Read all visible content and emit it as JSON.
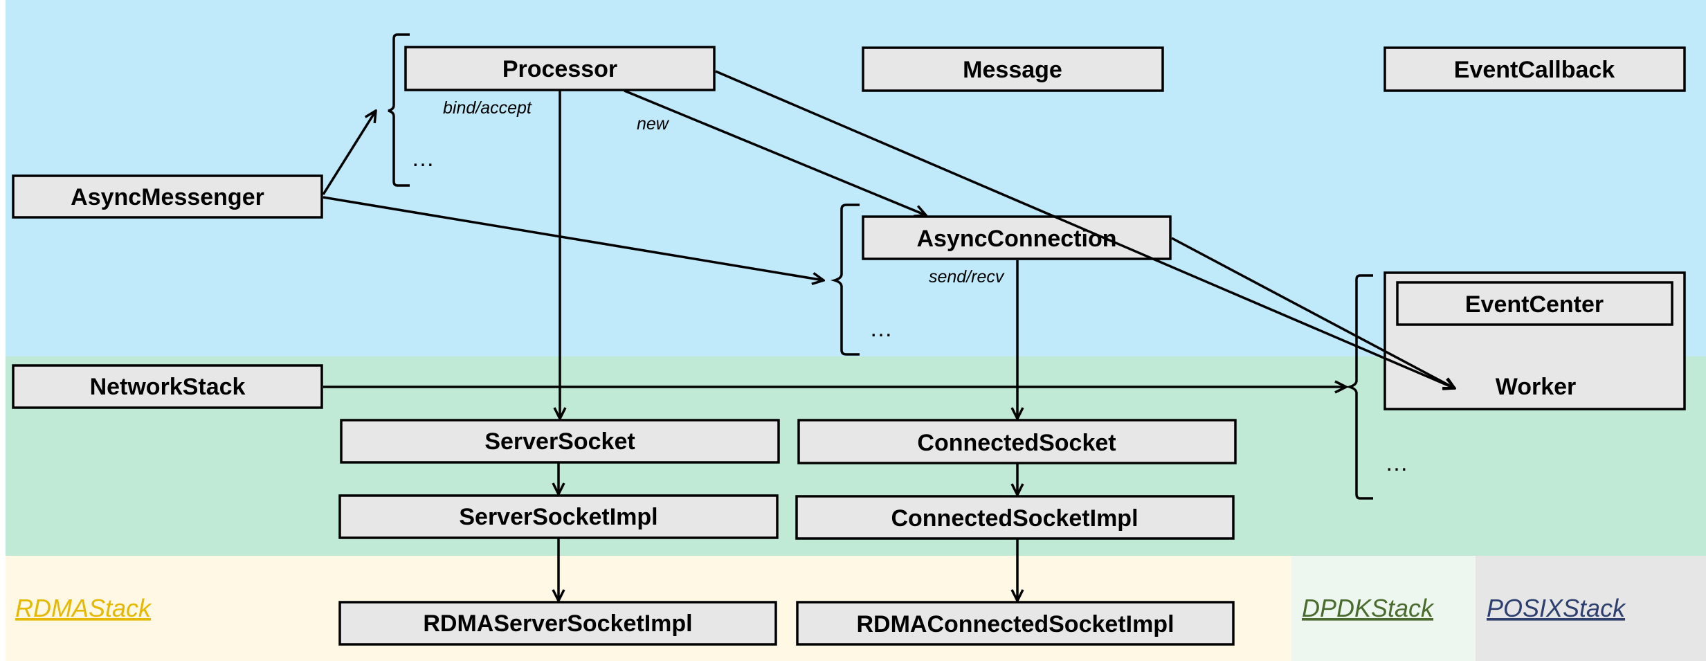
{
  "colors": {
    "messenger_layer": "#c0e9f9",
    "stack_layer": "#c1ead6",
    "rdma_region": "#fef8e5",
    "dpdk_region": "#eef7ef",
    "posix_region": "#e6e6e6",
    "box_fill": "#e7e7e7",
    "stroke": "#000000",
    "rdma_label": "#e6b800",
    "dpdk_label": "#4a6b2e",
    "posix_label": "#2d3f6e"
  },
  "boxes": {
    "processor": "Processor",
    "message": "Message",
    "event_callback": "EventCallback",
    "async_messenger": "AsyncMessenger",
    "async_connection": "AsyncConnection",
    "event_center": "EventCenter",
    "worker": "Worker",
    "network_stack": "NetworkStack",
    "server_socket": "ServerSocket",
    "connected_socket": "ConnectedSocket",
    "server_socket_impl": "ServerSocketImpl",
    "connected_socket_impl": "ConnectedSocketImpl",
    "rdma_server_socket_impl": "RDMAServerSocketImpl",
    "rdma_connected_socket_impl": "RDMAConnectedSocketImpl"
  },
  "labels": {
    "bind_accept": "bind/accept",
    "new": "new",
    "send_recv": "send/recv"
  },
  "ellipses": {
    "processors_more": "…",
    "connections_more": "…",
    "workers_more": "…"
  },
  "stacks": {
    "rdma": "RDMAStack",
    "dpdk": "DPDKStack",
    "posix": "POSIXStack"
  }
}
